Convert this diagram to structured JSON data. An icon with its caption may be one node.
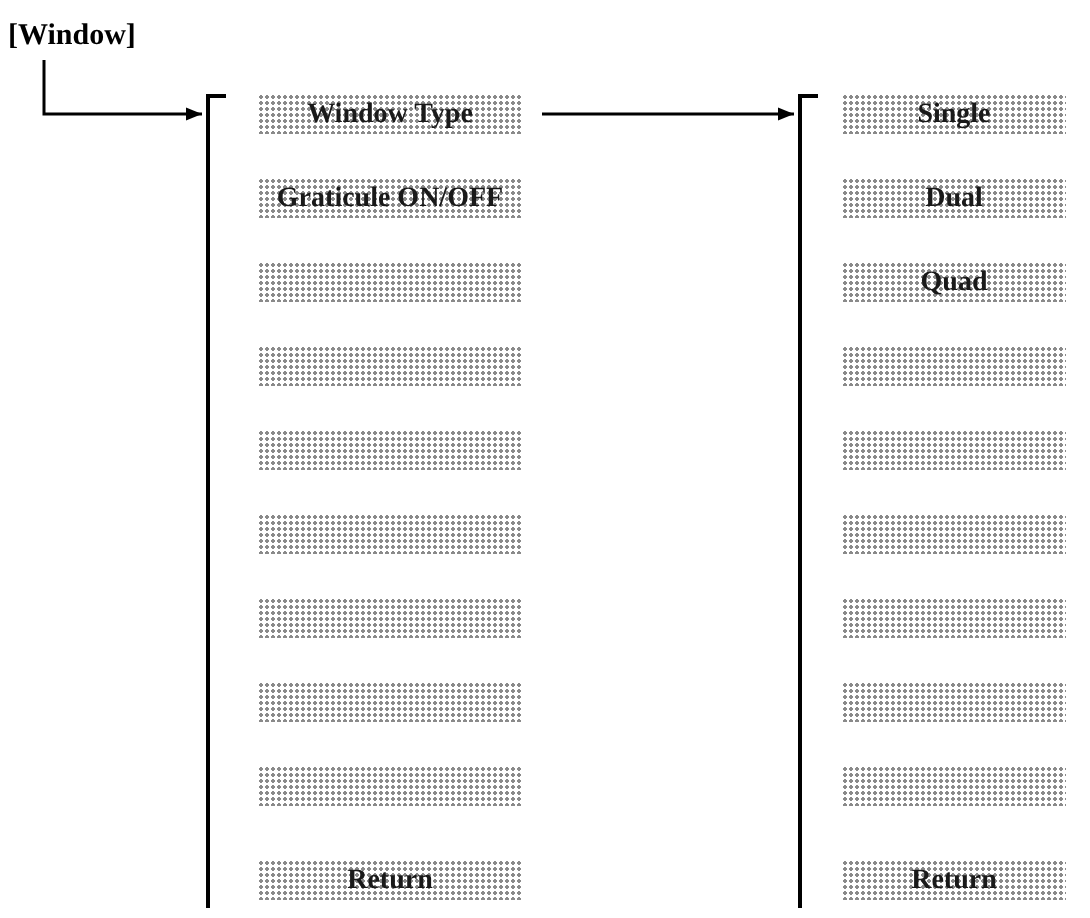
{
  "diagram": {
    "nodes": [
      {
        "text": [
          "[Window]"
        ]
      },
      {
        "text": [],
        "shape": "bracket"
      },
      {
        "text": [
          "Window Type"
        ],
        "in": 1
      },
      {
        "text": [
          "Graticule ON/OFF"
        ],
        "in": 1
      },
      {
        "text": [],
        "shape": "box",
        "in": 1
      },
      {
        "text": [],
        "shape": "box",
        "in": 1
      },
      {
        "text": [],
        "shape": "box",
        "in": 1
      },
      {
        "text": [],
        "shape": "box",
        "in": 1
      },
      {
        "text": [],
        "shape": "box",
        "in": 1
      },
      {
        "text": [],
        "shape": "box",
        "in": 1
      },
      {
        "text": [],
        "shape": "box",
        "in": 1
      },
      {
        "text": [
          "Return"
        ],
        "in": 1
      },
      {
        "text": [],
        "shape": "bracket"
      },
      {
        "text": [
          "Single"
        ],
        "in": 12
      },
      {
        "text": [
          "Dual"
        ],
        "in": 12
      },
      {
        "text": [
          "Quad"
        ],
        "in": 12
      },
      {
        "text": [],
        "shape": "box",
        "in": 12
      },
      {
        "text": [],
        "shape": "box",
        "in": 12
      },
      {
        "text": [],
        "shape": "box",
        "in": 12
      },
      {
        "text": [],
        "shape": "box",
        "in": 12
      },
      {
        "text": [],
        "shape": "box",
        "in": 12
      },
      {
        "text": [],
        "shape": "box",
        "in": 12
      },
      {
        "text": [
          "Return"
        ],
        "in": 12
      }
    ],
    "edges": [
      {
        "from": 0,
        "to": 1,
        "arrow": "to"
      },
      {
        "from": 2,
        "to": 12,
        "arrow": "to"
      }
    ]
  }
}
